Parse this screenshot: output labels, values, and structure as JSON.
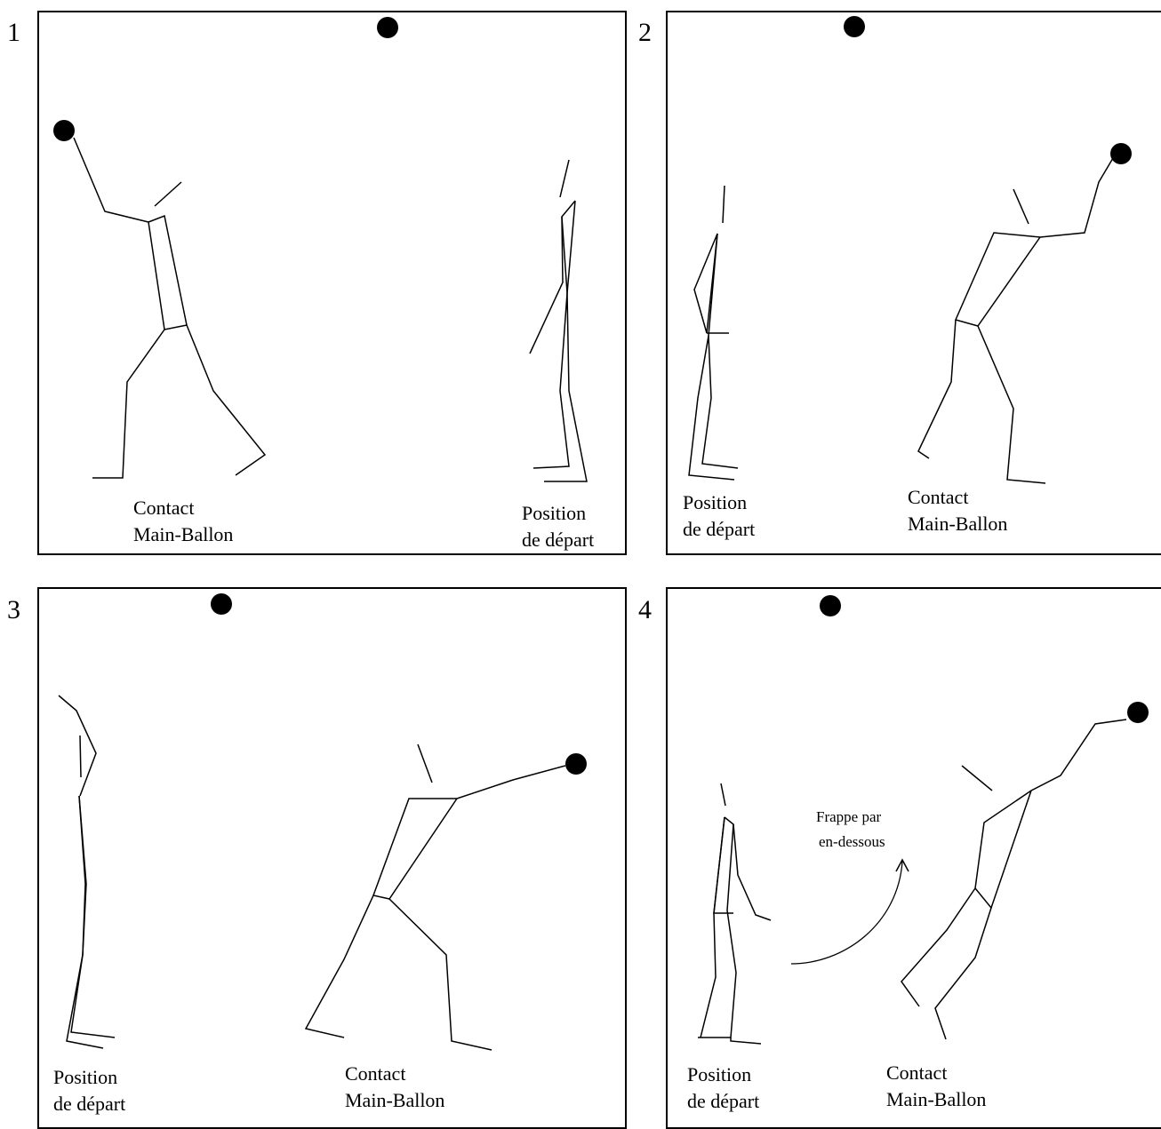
{
  "panels": [
    {
      "number": "1",
      "labels": {
        "contact_line1": "Contact",
        "contact_line2": "Main-Ballon",
        "start_line1": "Position",
        "start_line2": "de départ"
      }
    },
    {
      "number": "2",
      "labels": {
        "start_line1": "Position",
        "start_line2": "de départ",
        "contact_line1": "Contact",
        "contact_line2": "Main-Ballon"
      }
    },
    {
      "number": "3",
      "labels": {
        "start_line1": "Position",
        "start_line2": "de départ",
        "contact_line1": "Contact",
        "contact_line2": "Main-Ballon"
      }
    },
    {
      "number": "4",
      "labels": {
        "start_line1": "Position",
        "start_line2": "de départ",
        "contact_line1": "Contact",
        "contact_line2": "Main-Ballon",
        "note_line1": "Frappe par",
        "note_line2": "en-dessous"
      }
    }
  ]
}
